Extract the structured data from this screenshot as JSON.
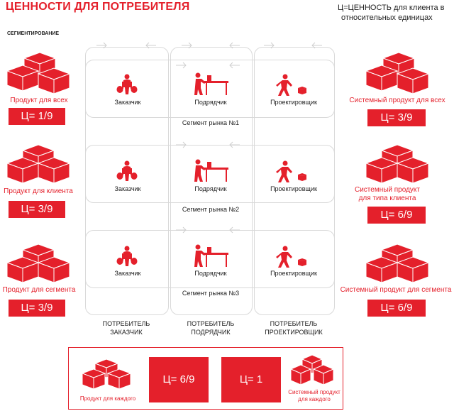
{
  "title": "ЦЕННОСТИ ДЛЯ ПОТРЕБИТЕЛЯ",
  "note": [
    "Ц=ЦЕННОСТЬ для клиента в",
    "относительных единицах"
  ],
  "segmentation_label": "СЕГМЕНТИРОВАНИЕ",
  "left_products": [
    {
      "label": "Продукт для всех",
      "value": "Ц= 1/9"
    },
    {
      "label": "Продукт для клиента",
      "value": "Ц= 3/9"
    },
    {
      "label": "Продукт для сегмента",
      "value": "Ц= 3/9"
    }
  ],
  "right_products": [
    {
      "label": [
        "Системный продукт для всех"
      ],
      "value": "Ц= 3/9"
    },
    {
      "label": [
        "Системный продукт",
        "для типа клиента"
      ],
      "value": "Ц= 6/9"
    },
    {
      "label": [
        "Системный продукт для сегмента"
      ],
      "value": "Ц= 6/9"
    }
  ],
  "roles": [
    "Заказчик",
    "Подрядчик",
    "Проектировщик"
  ],
  "segments": [
    "Сегмент рынка №1",
    "Сегмент рынка №2",
    "Сегмент рынка №3"
  ],
  "consumers": [
    [
      "ПОТРЕБИТЕЛЬ",
      "ЗАКАЗЧИК"
    ],
    [
      "ПОТРЕБИТЕЛЬ",
      "ПОДРЯДЧИК"
    ],
    [
      "ПОТРЕБИТЕЛЬ",
      "ПРОЕКТИРОВЩИК"
    ]
  ],
  "bottom": {
    "product_label": "Продукт для каждого",
    "value_left": "Ц= 6/9",
    "value_right": "Ц= 1",
    "system_label": [
      "Системный продукт",
      "для каждого"
    ]
  },
  "colors": {
    "accent": "#e4202b",
    "line": "#d9d9d9"
  },
  "icons": [
    "cubes-icon",
    "customer-person-icon",
    "contractor-person-icon",
    "designer-person-icon",
    "arrow-icon"
  ]
}
